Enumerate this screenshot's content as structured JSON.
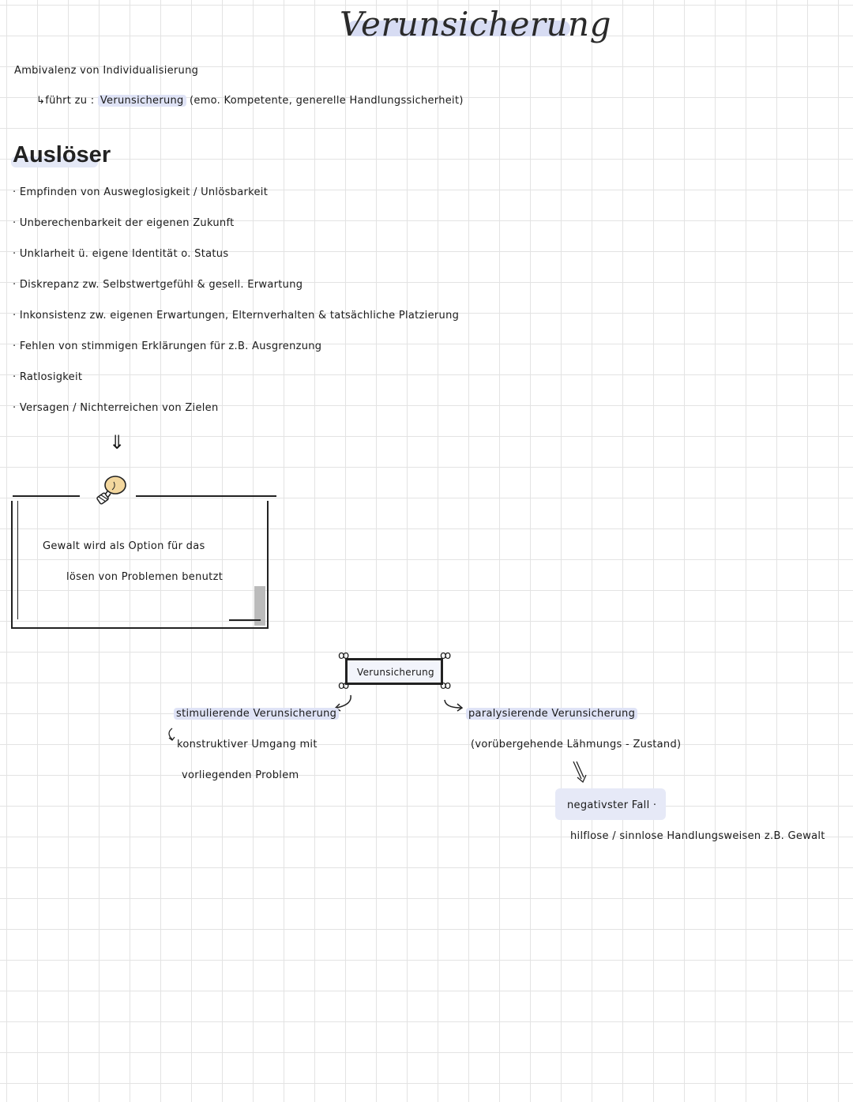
{
  "title": "Verunsicherung",
  "intro": {
    "line1": "Ambivalenz von Individualisierung",
    "arrow": "↳",
    "line2_prefix": "führt zu : ",
    "line2_highlight": "Verunsicherung",
    "line2_suffix": " (emo. Kompetente, generelle Handlungssicherheit)"
  },
  "heading": "Auslöser",
  "triggers": [
    "· Empfinden von Ausweglosigkeit / Unlösbarkeit",
    "· Unberechenbarkeit der eigenen Zukunft",
    "· Unklarheit ü. eigene Identität o. Status",
    "· Diskrepanz zw. Selbstwertgefühl & gesell. Erwartung",
    "· Inkonsistenz zw. eigenen Erwartungen, Elternverhalten & tatsächliche Platzierung",
    "· Fehlen von stimmigen Erklärungen für z.B. Ausgrenzung",
    "· Ratlosigkeit",
    "· Versagen / Nichterreichen von Zielen"
  ],
  "down_arrow": "⇓",
  "box": {
    "line1": "Gewalt wird als Option für das",
    "line2": "lösen von Problemen benutzt"
  },
  "diagram": {
    "center": "Verunsicherung",
    "left": {
      "title": "stimulierende Verunsicherung",
      "line1": "konstruktiver Umgang mit",
      "line2": "vorliegenden Problem"
    },
    "right": {
      "title": "paralysierende Verunsicherung",
      "subtitle": "(vorübergehende Lähmungs - Zustand)",
      "neg_label": "negativster Fall ·",
      "neg_text": "hilflose / sinnlose Handlungsweisen z.B. Gewalt"
    }
  }
}
